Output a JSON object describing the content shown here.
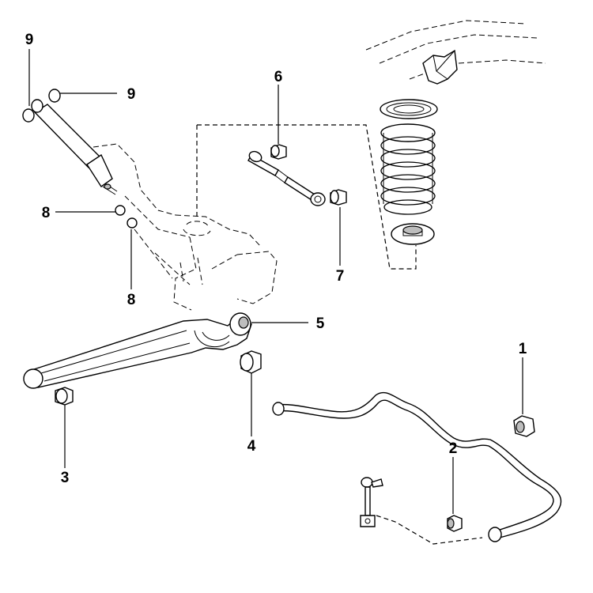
{
  "callouts": {
    "c1": "1",
    "c2": "2",
    "c3": "3",
    "c4": "4",
    "c5": "5",
    "c6": "6",
    "c7": "7",
    "c8a": "8",
    "c8b": "8",
    "c9a": "9",
    "c9b": "9"
  },
  "parts": [
    {
      "callout": "1",
      "depicts": "stabilizer bar bushing"
    },
    {
      "callout": "2",
      "depicts": "stabilizer bar bushing"
    },
    {
      "callout": "3",
      "depicts": "trailing arm bushing (front)"
    },
    {
      "callout": "4",
      "depicts": "trailing arm bushing (rear)"
    },
    {
      "callout": "5",
      "depicts": "trailing arm bushing (axle end)"
    },
    {
      "callout": "6",
      "depicts": "lateral control rod bushing"
    },
    {
      "callout": "7",
      "depicts": "lateral control rod bushing"
    },
    {
      "callout": "8",
      "depicts": "shock absorber lower bushings"
    },
    {
      "callout": "9",
      "depicts": "shock absorber upper bushings"
    }
  ]
}
